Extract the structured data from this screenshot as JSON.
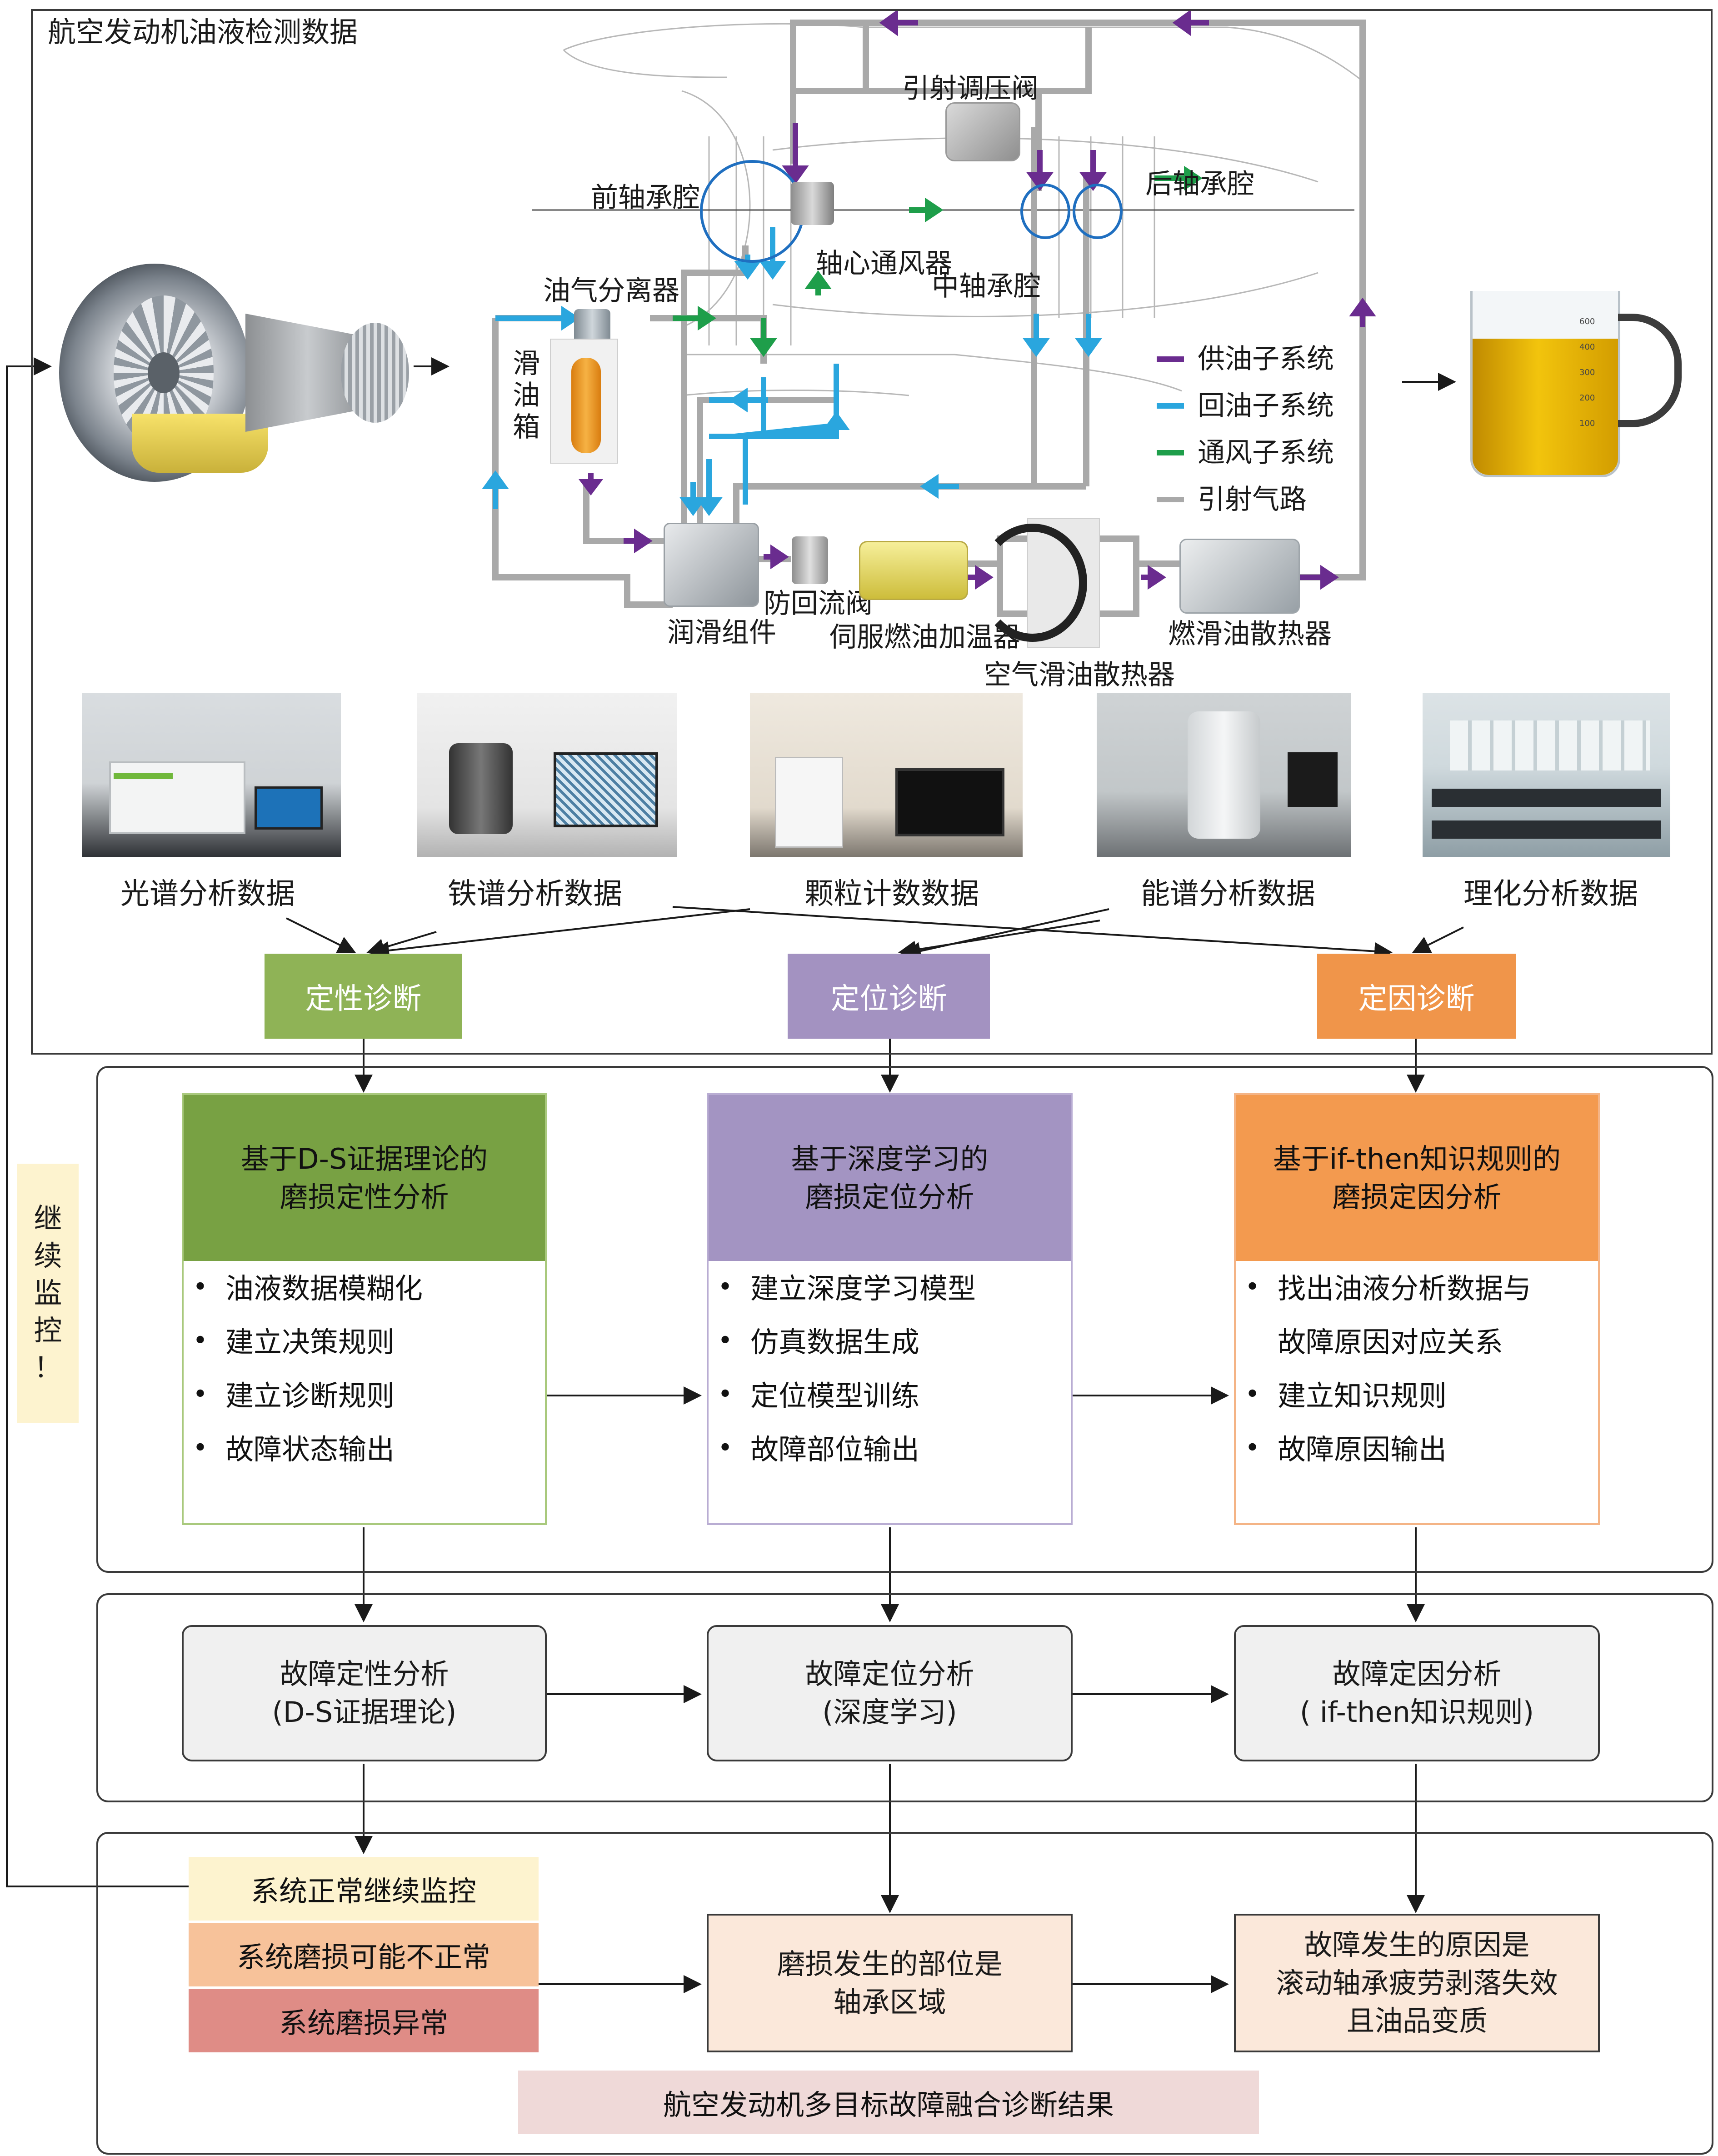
{
  "top": {
    "title": "航空发动机油液检测数据",
    "components": {
      "bleed_valve": "引射调压阀",
      "front_bearing": "前轴承腔",
      "rear_bearing": "后轴承腔",
      "separator": "油气分离器",
      "breather": "轴心通风器",
      "mid_bearing": "中轴承腔",
      "tank_1": "滑",
      "tank_2": "油",
      "tank_3": "箱",
      "lube_unit": "润滑组件",
      "check_valve": "防回流阀",
      "fuel_heater": "伺服燃油加温器",
      "air_cooler": "空气滑油散热器",
      "fuel_cooler": "燃滑油散热器"
    },
    "legend": [
      {
        "label": "供油子系统",
        "color": "#6a2c8f"
      },
      {
        "label": "回油子系统",
        "color": "#2aa6de"
      },
      {
        "label": "通风子系统",
        "color": "#1e9e4a"
      },
      {
        "label": "引射气路",
        "color": "#a9a9a9"
      }
    ],
    "beaker": {
      "marks": [
        "600",
        "400",
        "300",
        "200",
        "100"
      ]
    },
    "data_sources": [
      "光谱分析数据",
      "铁谱分析数据",
      "颗粒计数数据",
      "能谱分析数据",
      "理化分析数据"
    ],
    "diagnoses": [
      {
        "label": "定性诊断",
        "color": "#8fb356"
      },
      {
        "label": "定位诊断",
        "color": "#a392c1"
      },
      {
        "label": "定因诊断",
        "color": "#f0954a"
      }
    ]
  },
  "side_note": {
    "lines": [
      "继",
      "续",
      "监",
      "控",
      "！"
    ]
  },
  "methods": [
    {
      "head1": "基于D-S证据理论的",
      "head2": "磨损定性分析",
      "color": "#78a143",
      "border": "#a9c97d",
      "items": [
        "油液数据模糊化",
        "建立决策规则",
        "建立诊断规则",
        "故障状态输出"
      ]
    },
    {
      "head1": "基于深度学习的",
      "head2": "磨损定位分析",
      "color": "#a394c2",
      "border": "#b9add3",
      "items": [
        "建立深度学习模型",
        "仿真数据生成",
        "定位模型训练",
        "故障部位输出"
      ]
    },
    {
      "head1": "基于if-then知识规则的",
      "head2": "磨损定因分析",
      "color": "#f39a4f",
      "border": "#f4b486",
      "items": [
        "找出油液分析数据与",
        "故障原因对应关系",
        "建立知识规则",
        "故障原因输出"
      ]
    }
  ],
  "fault_analysis": [
    {
      "line1": "故障定性分析",
      "line2": "(D-S证据理论)"
    },
    {
      "line1": "故障定位分析",
      "line2": "(深度学习)"
    },
    {
      "line1": "故障定因分析",
      "line2": "( if-then知识规则)"
    }
  ],
  "results": {
    "status": [
      {
        "label": "系统正常继续监控",
        "color": "#fdf3cf"
      },
      {
        "label": "系统磨损可能不正常",
        "color": "#f7c29a"
      },
      {
        "label": "系统磨损异常",
        "color": "#df8c86"
      }
    ],
    "location": {
      "line1": "磨损发生的部位是",
      "line2": "轴承区域"
    },
    "cause": {
      "line1": "故障发生的原因是",
      "line2": "滚动轴承疲劳剥落失效",
      "line3": "且油品变质"
    },
    "footer": "航空发动机多目标故障融合诊断结果"
  }
}
